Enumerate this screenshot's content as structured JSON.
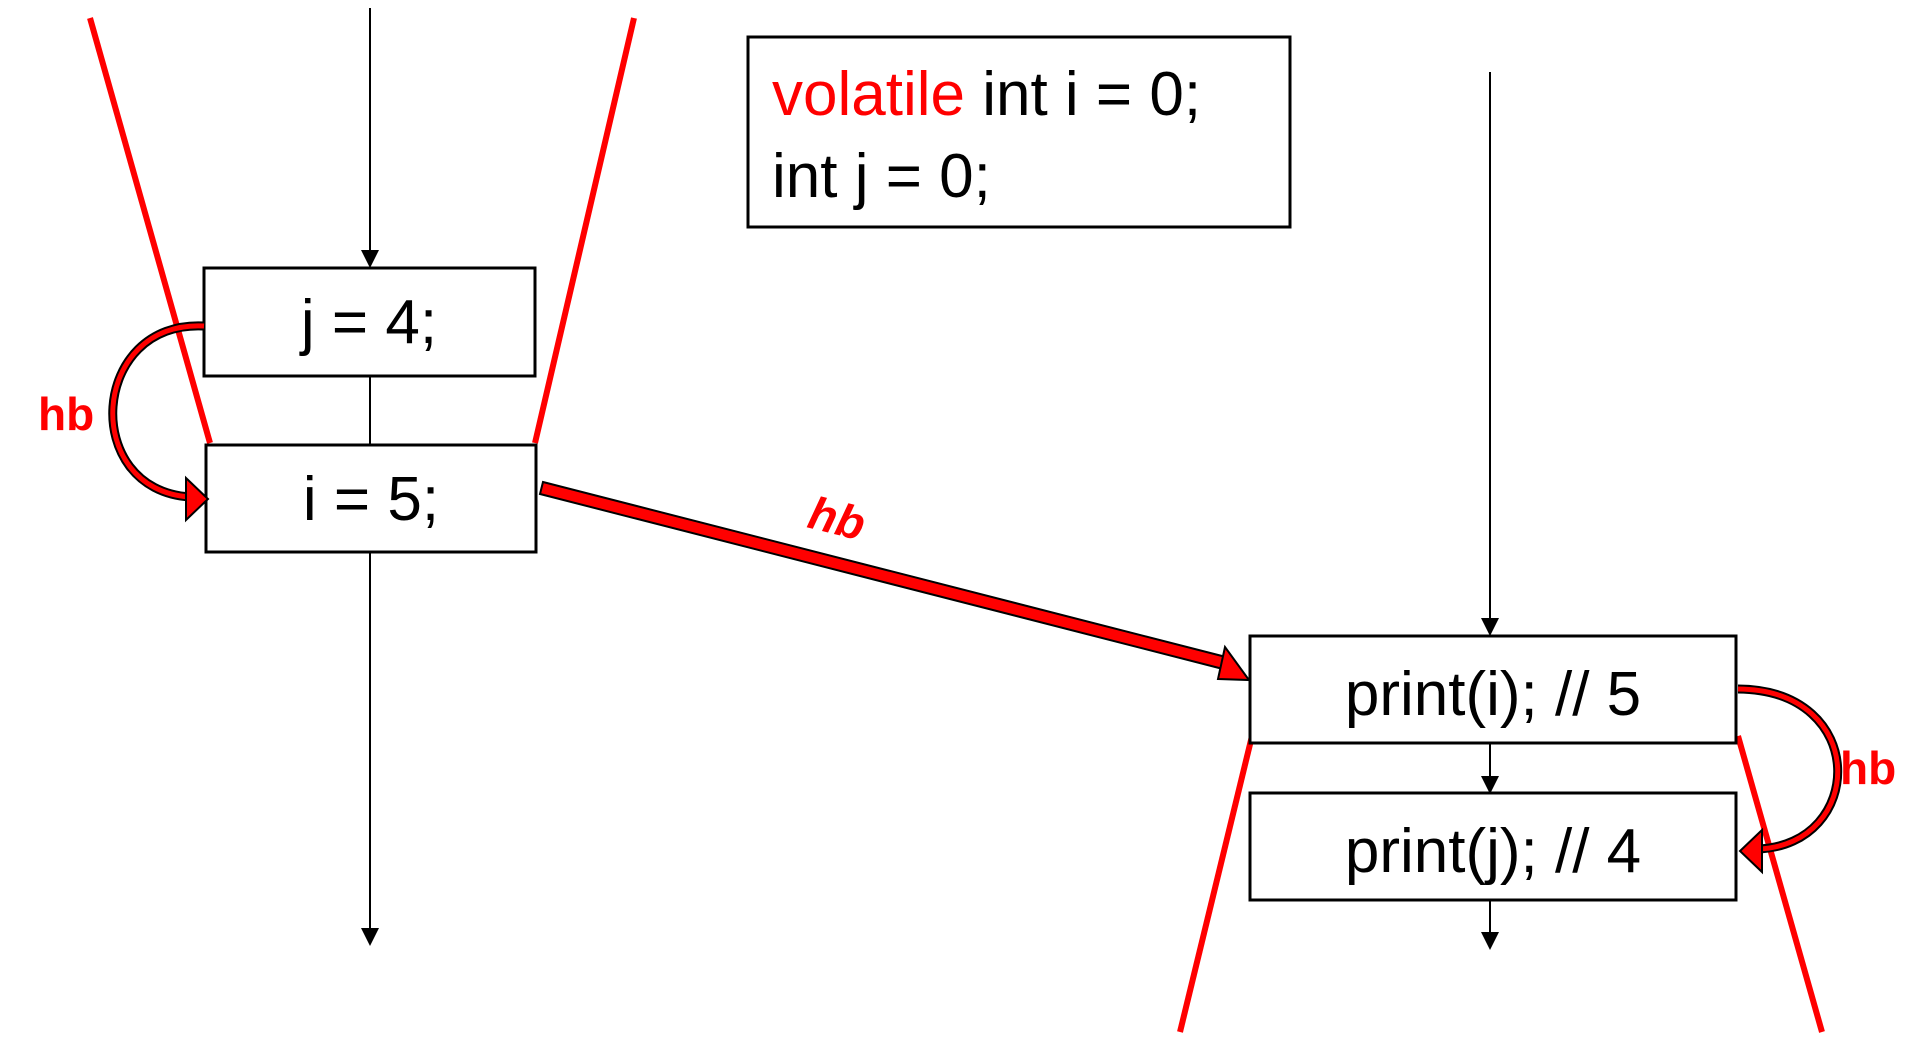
{
  "declaration": {
    "line1_keyword": "volatile",
    "line1_rest": " int i = 0;",
    "line2": "int j = 0;",
    "keyword_color": "#ff0000"
  },
  "thread1": {
    "stmt1": "j = 4;",
    "stmt2": "i = 5;"
  },
  "thread2": {
    "stmt1": "print(i); // 5",
    "stmt2": "print(j); // 4"
  },
  "edges": {
    "left_label": "hb",
    "cross_label": "hb",
    "right_label": "hb",
    "color": "#ff0000"
  }
}
